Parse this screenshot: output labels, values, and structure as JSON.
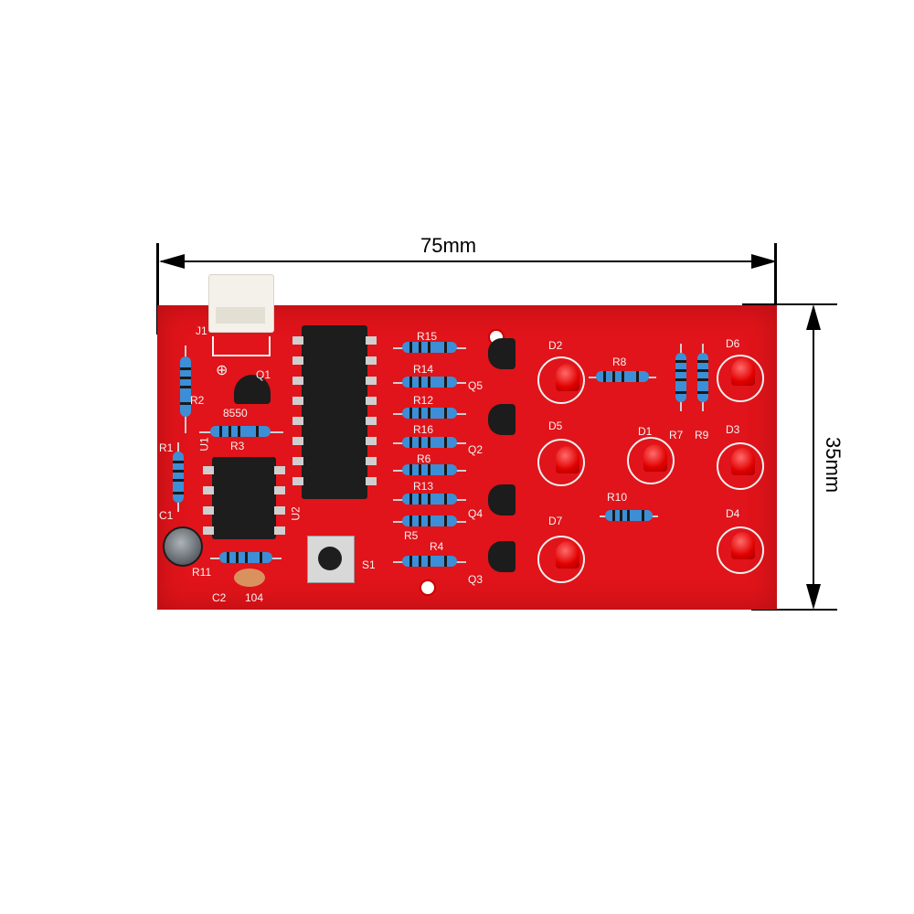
{
  "dimensions": {
    "width_label": "75mm",
    "height_label": "35mm"
  },
  "board": {
    "connector": {
      "label": "J1"
    },
    "ics": [
      {
        "ref": "U1"
      },
      {
        "ref": "U2"
      }
    ],
    "transistors": [
      {
        "ref": "Q1",
        "part": "8550"
      },
      {
        "ref": "Q2"
      },
      {
        "ref": "Q3"
      },
      {
        "ref": "Q4"
      },
      {
        "ref": "Q5"
      }
    ],
    "resistors": [
      "R1",
      "R2",
      "R3",
      "R4",
      "R5",
      "R6",
      "R7",
      "R8",
      "R9",
      "R10",
      "R11",
      "R12",
      "R13",
      "R14",
      "R15",
      "R16"
    ],
    "leds": [
      "D1",
      "D2",
      "D3",
      "D4",
      "D5",
      "D6",
      "D7"
    ],
    "capacitors": [
      {
        "ref": "C1"
      },
      {
        "ref": "C2",
        "value": "104"
      }
    ],
    "switch": {
      "ref": "S1"
    },
    "colors": {
      "pcb": "#e0141a",
      "led": "#e10000",
      "resistor_body": "#3c8fd6",
      "ic": "#1d1d1d"
    }
  }
}
